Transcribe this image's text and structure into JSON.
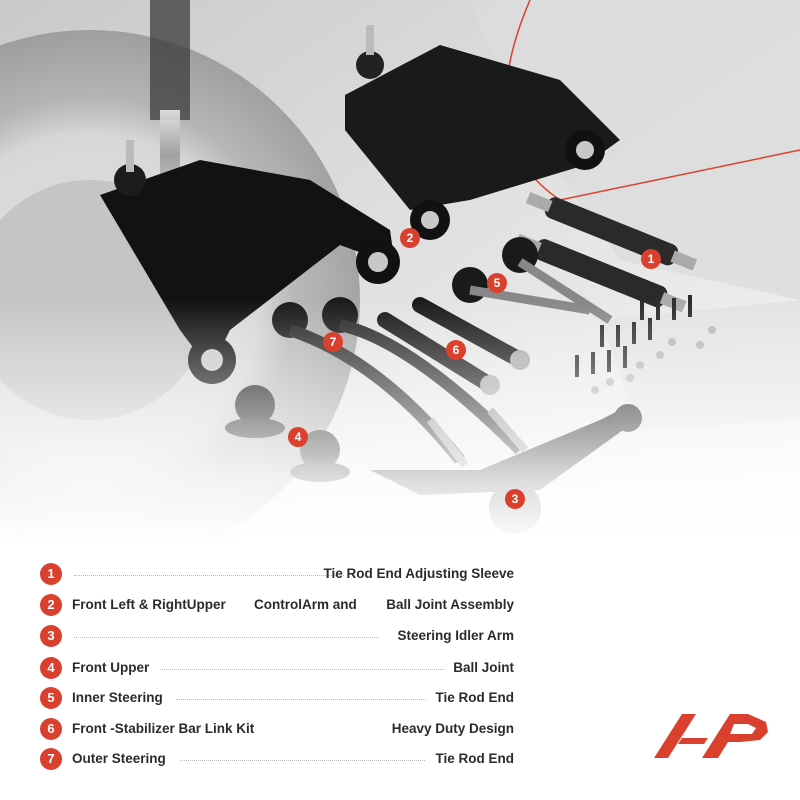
{
  "colors": {
    "accent": "#d9412e",
    "text": "#2b2b2b",
    "part_black": "#1a1a1a"
  },
  "image_markers": [
    "1",
    "2",
    "3",
    "4",
    "5",
    "6",
    "7"
  ],
  "legend": [
    {
      "number": "1",
      "left": "",
      "middle": "",
      "right": "Tie Rod End Adjusting Sleeve"
    },
    {
      "number": "2",
      "left": "Front Left & RightUpper",
      "middle": "ControlArm and",
      "right": "Ball Joint Assembly"
    },
    {
      "number": "3",
      "left": "",
      "middle": "",
      "right": "Steering Idler Arm"
    },
    {
      "number": "4",
      "left": "Front Upper",
      "middle": "",
      "right": "Ball Joint"
    },
    {
      "number": "5",
      "left": "Inner Steering",
      "middle": "",
      "right": "Tie Rod End"
    },
    {
      "number": "6",
      "left": "Front -Stabilizer Bar Link Kit",
      "middle": "",
      "right": "Heavy Duty Design"
    },
    {
      "number": "7",
      "left": "Outer Steering",
      "middle": "",
      "right": "Tie Rod End"
    }
  ],
  "logo": {
    "icon": "a-premium-logo"
  }
}
